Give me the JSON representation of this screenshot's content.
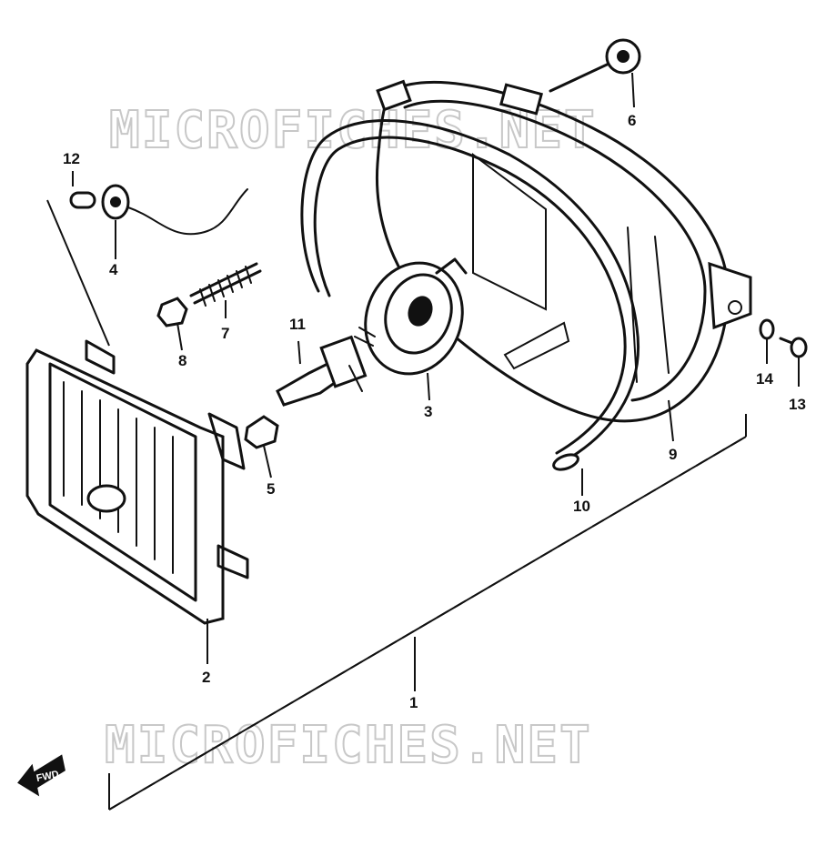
{
  "watermark": {
    "text": "MICROFICHES.NET"
  },
  "callouts": {
    "c1": "1",
    "c2": "2",
    "c3": "3",
    "c4": "4",
    "c5": "5",
    "c6": "6",
    "c7": "7",
    "c8": "8",
    "c9": "9",
    "c10": "10",
    "c11": "11",
    "c12": "12",
    "c13": "13",
    "c14": "14"
  },
  "front_arrow": {
    "label": "FWD"
  }
}
